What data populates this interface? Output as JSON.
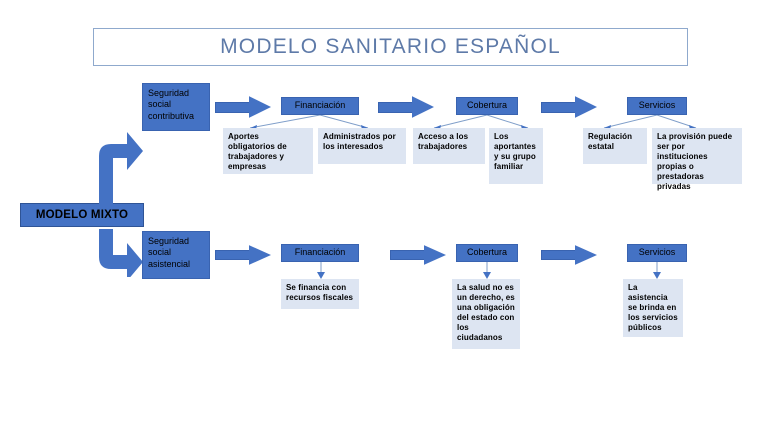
{
  "title": {
    "text": "MODELO SANITARIO ESPAÑOL",
    "border_color": "#8FA9CD",
    "text_color": "#5E7AA8"
  },
  "colors": {
    "primary_blue": "#4472C4",
    "dark_blue_border": "#2F5496",
    "leaf_fill": "#DDE5F2",
    "text": "#000000"
  },
  "root": {
    "label": "MODELO MIXTO"
  },
  "branches": [
    {
      "id": "contributiva",
      "label": "Seguridad social contributiva",
      "stages": [
        {
          "id": "financiacion-contributiva",
          "header": "Financiación",
          "details": [
            "Aportes obligatorios de trabajadores y empresas",
            "Administrados por los interesados"
          ]
        },
        {
          "id": "cobertura-contributiva",
          "header": "Cobertura",
          "details": [
            "Acceso a los trabajadores",
            "Los aportantes y su grupo familiar"
          ]
        },
        {
          "id": "servicios-contributiva",
          "header": "Servicios",
          "details": [
            "Regulación estatal",
            "La provisión puede ser por instituciones propias o prestadoras privadas"
          ]
        }
      ]
    },
    {
      "id": "asistencial",
      "label": "Seguridad social asistencial",
      "stages": [
        {
          "id": "financiacion-asistencial",
          "header": "Financiación",
          "details": [
            "Se financia con recursos fiscales"
          ]
        },
        {
          "id": "cobertura-asistencial",
          "header": "Cobertura",
          "details": [
            "La salud no es un derecho, es una obligación del estado con los ciudadanos"
          ]
        },
        {
          "id": "servicios-asistencial",
          "header": "Servicios",
          "details": [
            "La asistencia se brinda en los servicios públicos"
          ]
        }
      ]
    }
  ],
  "icons": {
    "block_arrow": "right-block-arrow-icon",
    "elbow_up": "elbow-arrow-up-right-icon",
    "elbow_down": "elbow-arrow-down-right-icon",
    "connector": "connector-line-arrow-icon"
  }
}
